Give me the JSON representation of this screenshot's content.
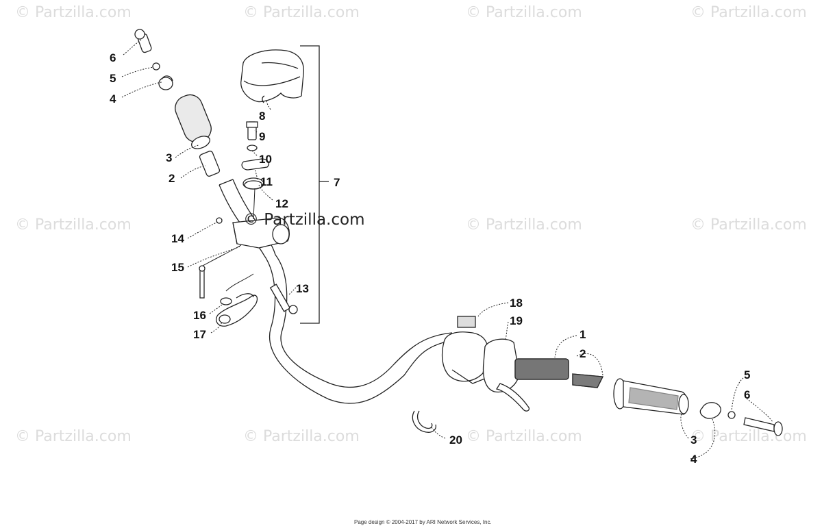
{
  "watermark": {
    "text": "© Partzilla.com",
    "center_text": "© Partzilla.com"
  },
  "footer": {
    "text": "Page design © 2004-2017 by ARI Network Services, Inc."
  },
  "callouts": [
    {
      "id": "c6a",
      "label": "6"
    },
    {
      "id": "c5a",
      "label": "5"
    },
    {
      "id": "c4a",
      "label": "4"
    },
    {
      "id": "c3a",
      "label": "3"
    },
    {
      "id": "c2a",
      "label": "2"
    },
    {
      "id": "c8",
      "label": "8"
    },
    {
      "id": "c9",
      "label": "9"
    },
    {
      "id": "c10",
      "label": "10"
    },
    {
      "id": "c11",
      "label": "11"
    },
    {
      "id": "c12",
      "label": "12"
    },
    {
      "id": "c7",
      "label": "7"
    },
    {
      "id": "c14",
      "label": "14"
    },
    {
      "id": "c15",
      "label": "15"
    },
    {
      "id": "c13",
      "label": "13"
    },
    {
      "id": "c16",
      "label": "16"
    },
    {
      "id": "c17",
      "label": "17"
    },
    {
      "id": "c18",
      "label": "18"
    },
    {
      "id": "c19",
      "label": "19"
    },
    {
      "id": "c1",
      "label": "1"
    },
    {
      "id": "c2b",
      "label": "2"
    },
    {
      "id": "c5b",
      "label": "5"
    },
    {
      "id": "c6b",
      "label": "6"
    },
    {
      "id": "c3b",
      "label": "3"
    },
    {
      "id": "c4b",
      "label": "4"
    },
    {
      "id": "c20",
      "label": "20"
    }
  ]
}
